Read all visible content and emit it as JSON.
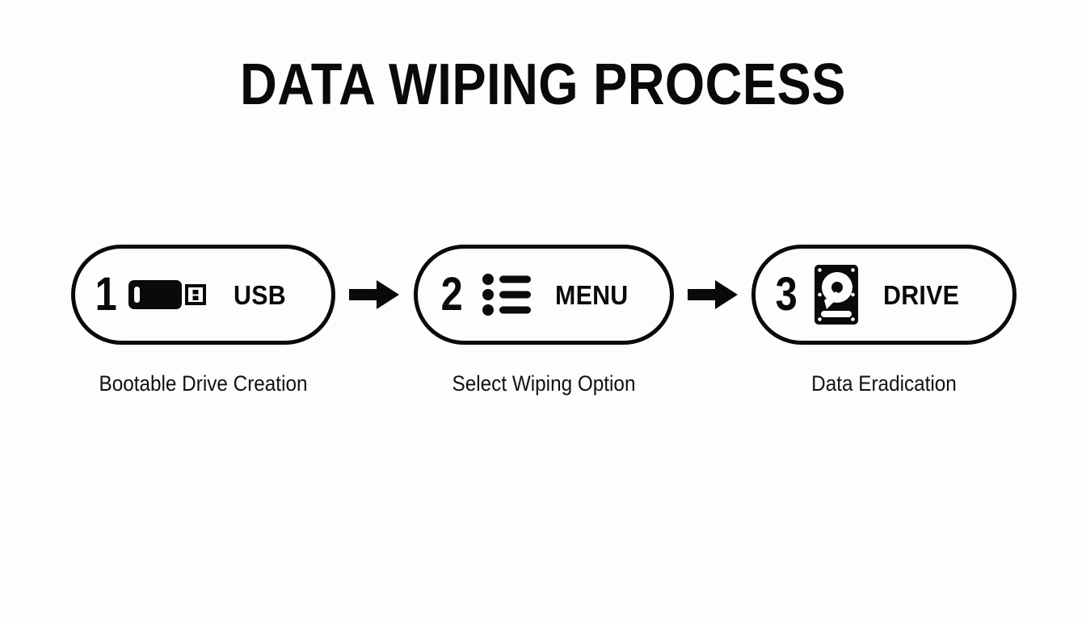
{
  "page": {
    "title": "DATA WIPING PROCESS",
    "background_color": "#fdfdfe",
    "ink_color": "#0a0a0a"
  },
  "flow": {
    "steps": [
      {
        "number": "1",
        "label": "USB",
        "caption": "Bootable Drive Creation",
        "icon": "usb-flash-drive-icon"
      },
      {
        "number": "2",
        "label": "MENU",
        "caption": "Select Wiping Option",
        "icon": "bulleted-list-menu-icon"
      },
      {
        "number": "3",
        "label": "DRIVE",
        "caption": "Data Eradication",
        "icon": "hard-disk-drive-icon"
      }
    ],
    "connectors": [
      {
        "icon": "arrow-right-icon"
      },
      {
        "icon": "arrow-right-icon"
      }
    ]
  }
}
